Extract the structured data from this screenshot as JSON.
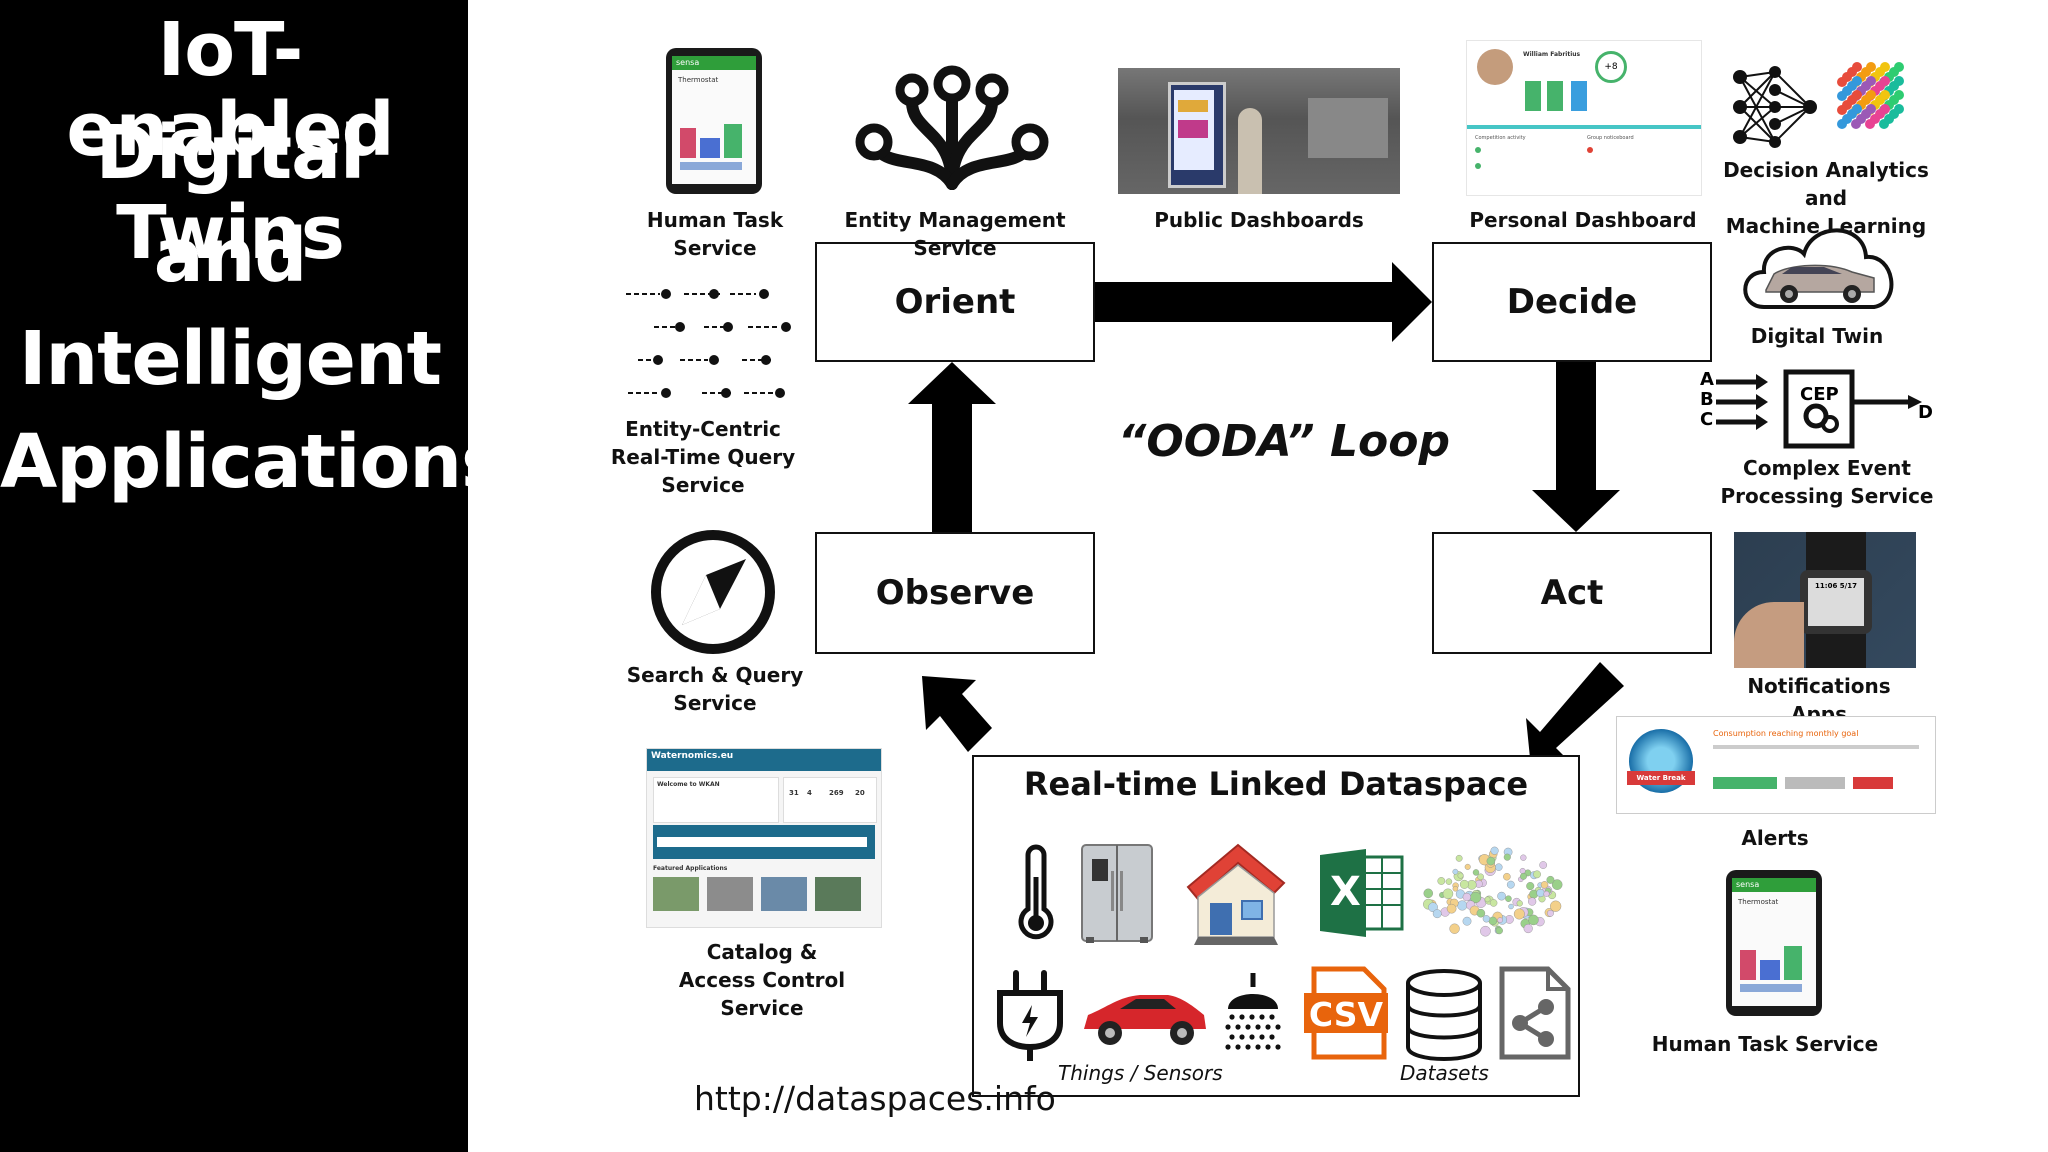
{
  "title": {
    "lines": [
      "IoT-enabled",
      "Digital Twins",
      "and",
      "Intelligent",
      "Applications"
    ]
  },
  "loop": {
    "label": "“OODA” Loop",
    "orient": "Orient",
    "decide": "Decide",
    "act": "Act",
    "observe": "Observe"
  },
  "services": {
    "human_task_1": [
      "Human Task",
      "Service"
    ],
    "entity_mgmt": "Entity Management Service",
    "public_dash": "Public Dashboards",
    "personal_dash": "Personal Dashboard",
    "analytics": [
      "Decision Analytics and",
      "Machine Learning"
    ],
    "digital_twin": "Digital Twin",
    "entity_query": [
      "Entity-Centric",
      "Real-Time Query",
      "Service"
    ],
    "cep": [
      "Complex Event",
      "Processing Service"
    ],
    "cep_inputs": [
      "A",
      "B",
      "C"
    ],
    "cep_output": "D",
    "cep_box": "CEP",
    "search": [
      "Search & Query",
      "Service"
    ],
    "notifications": "Notifications Apps",
    "alerts": "Alerts",
    "catalog": [
      "Catalog &",
      "Access Control",
      "Service"
    ],
    "human_task_2": "Human Task Service"
  },
  "dataspace": {
    "title": "Real-time Linked Dataspace",
    "things_label": "Things / Sensors",
    "datasets_label": "Datasets"
  },
  "url": "http://dataspaces.info",
  "thumbs": {
    "phone_brand": "sensa",
    "phone_title": "Thermostat",
    "catalog_brand": "Waternomics.eu",
    "catalog_welcome": "Welcome to WKAN",
    "catalog_stats": [
      "31",
      "4",
      "269",
      "20"
    ],
    "catalog_featured": "Featured Applications",
    "alert_badge": "Water Break",
    "alert_text": "Consumption reaching monthly goal",
    "watch_text": "11:06 5/17",
    "csv_text": "CSV",
    "excel_text": "X",
    "dash_user": "William Fabritius",
    "dash_score": "+8",
    "dash_section_1": "Competition activity",
    "dash_section_2": "Group noticeboard"
  },
  "colors": {
    "sidebar_bg": "#000000",
    "arrow": "#000000",
    "car": "#d6262b",
    "house_roof": "#e04236",
    "excel": "#1e7145",
    "csv": "#e8640c",
    "phone_header": "#2f9e3a"
  }
}
